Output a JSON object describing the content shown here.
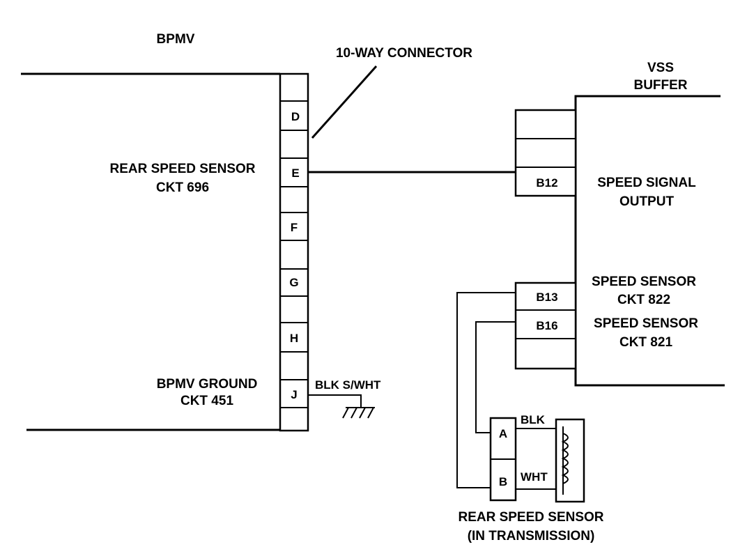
{
  "modules": {
    "bpmv": {
      "title": "BPMV"
    },
    "vss_buffer": {
      "title_line1": "VSS",
      "title_line2": "BUFFER"
    }
  },
  "connector": {
    "callout": "10-WAY CONNECTOR",
    "pins": [
      "D",
      "E",
      "F",
      "G",
      "H",
      "J"
    ]
  },
  "bpmv_labels": {
    "rear_speed_sensor": "REAR SPEED SENSOR",
    "ckt_696": "CKT 696",
    "ground": "BPMV GROUND",
    "ckt_451": "CKT 451",
    "ground_wire": "BLK S/WHT"
  },
  "vss_pins": [
    "B12",
    "B13",
    "B16"
  ],
  "vss_labels": {
    "speed_signal": "SPEED SIGNAL",
    "output": "OUTPUT",
    "speed_sensor_1": "SPEED SENSOR",
    "ckt_822": "CKT 822",
    "speed_sensor_2": "SPEED SENSOR",
    "ckt_821": "CKT 821"
  },
  "sensor": {
    "pins": [
      "A",
      "B"
    ],
    "wire_a": "BLK",
    "wire_b": "WHT",
    "label_line1": "REAR SPEED SENSOR",
    "label_line2": "(IN TRANSMISSION)"
  }
}
